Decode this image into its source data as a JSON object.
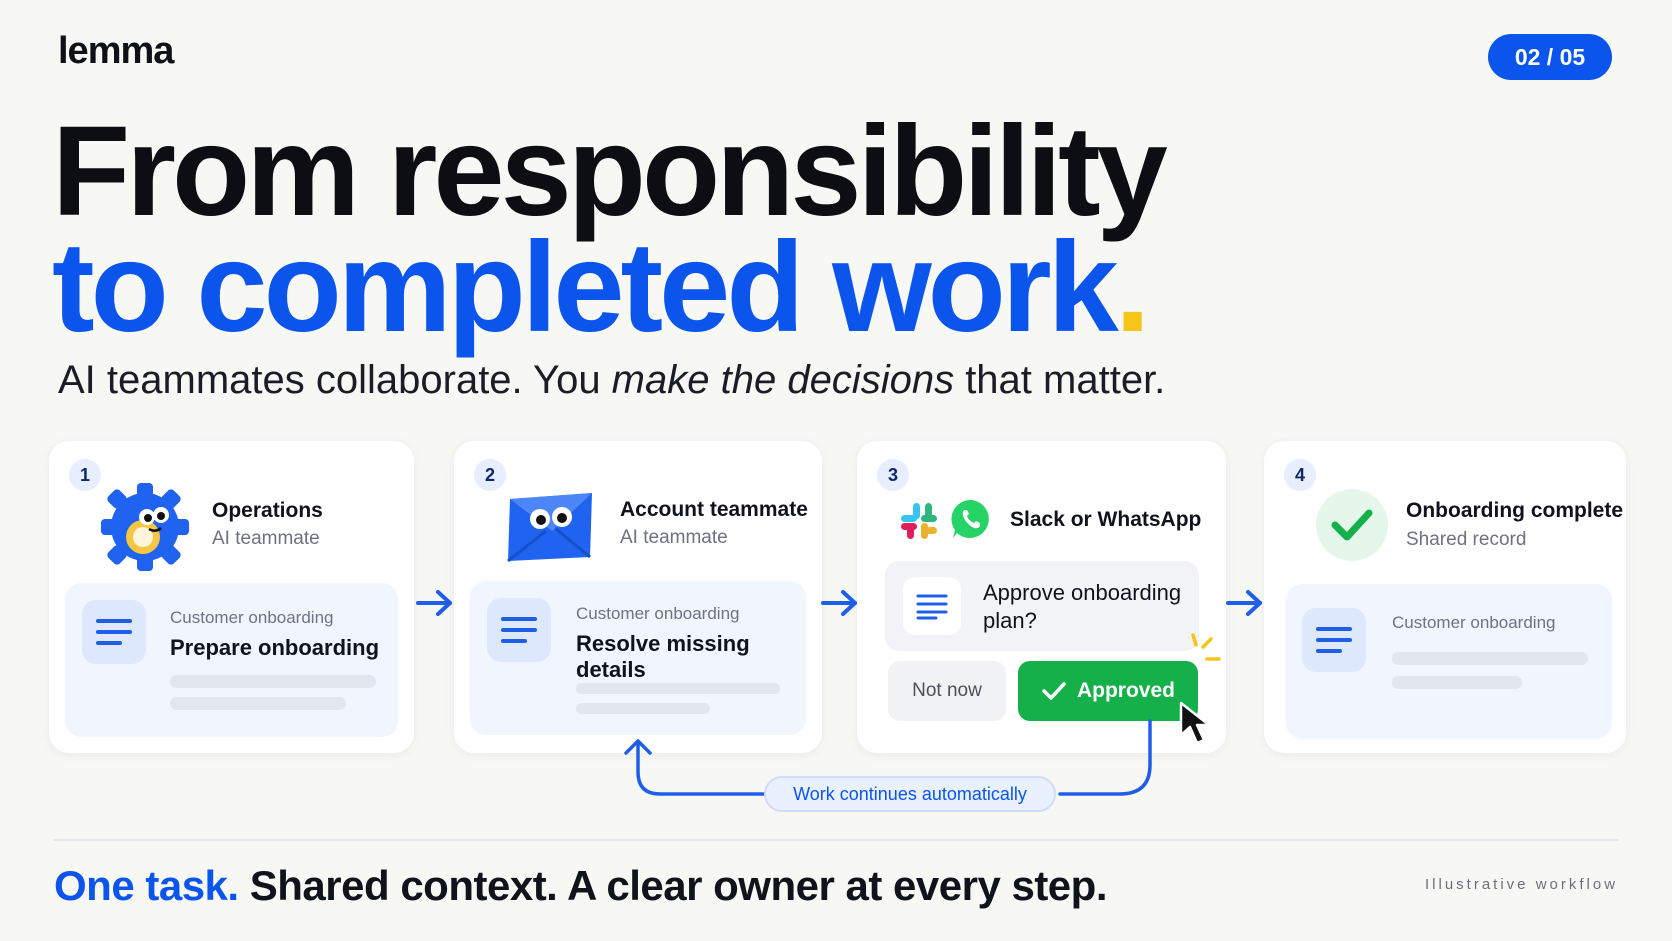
{
  "brand": {
    "logo": "lemma",
    "page_indicator": "02 / 05"
  },
  "headline": {
    "line1": "From responsibility",
    "line2": "to completed work",
    "line2_dot": "."
  },
  "subtitle": {
    "part1": "AI teammates collaborate. You ",
    "emphasis": "make the decisions",
    "part2": " that matter."
  },
  "steps": [
    {
      "num": "1",
      "title": "Operations",
      "subtitle": "AI teammate",
      "inner_label": "Customer onboarding",
      "inner_title": "Prepare onboarding"
    },
    {
      "num": "2",
      "title": "Account teammate",
      "subtitle": "AI teammate",
      "inner_label": "Customer onboarding",
      "inner_title": "Resolve missing details"
    },
    {
      "num": "3",
      "title": "Slack or WhatsApp",
      "approve_question": "Approve onboarding plan?",
      "not_now": "Not now",
      "approved": "Approved"
    },
    {
      "num": "4",
      "title": "Onboarding complete",
      "subtitle": "Shared record",
      "inner_label": "Customer onboarding"
    }
  ],
  "loop_label": "Work continues automatically",
  "tagline": {
    "blue": "One task.",
    "dark": " Shared context. A clear owner at every step."
  },
  "footnote": "Illustrative workflow",
  "colors": {
    "accent": "#0b55ec",
    "success": "#16b04a",
    "highlight": "#f5c518"
  },
  "icons": [
    "gear-mascot-icon",
    "envelope-mascot-icon",
    "slack-icon",
    "whatsapp-icon",
    "check-circle-icon",
    "document-icon",
    "cursor-icon",
    "arrow-right-icon"
  ]
}
